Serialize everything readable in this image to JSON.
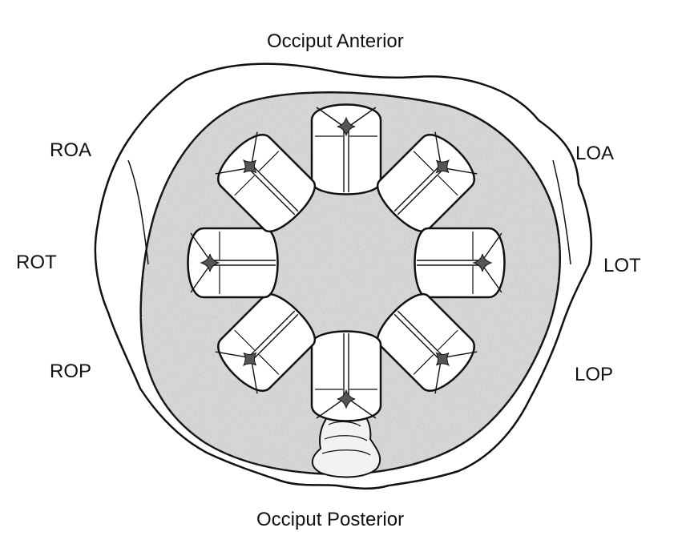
{
  "labels": {
    "top": "Occiput Anterior",
    "bottom": "Occiput Posterior",
    "roa": "ROA",
    "rot": "ROT",
    "rop": "ROP",
    "loa": "LOA",
    "lot": "LOT",
    "lop": "LOP"
  },
  "colors": {
    "ink": "#111111",
    "pelvic_inlet_fill": "#d6d6d6",
    "skull_fill": "#ffffff",
    "fontanelle_fill": "#555555"
  },
  "fetal_head_positions": [
    {
      "name": "occiput-anterior",
      "rotation_deg": 0
    },
    {
      "name": "left-occiput-anterior",
      "rotation_deg": 45
    },
    {
      "name": "left-occiput-transverse",
      "rotation_deg": 90
    },
    {
      "name": "left-occiput-posterior",
      "rotation_deg": 135
    },
    {
      "name": "occiput-posterior",
      "rotation_deg": 180
    },
    {
      "name": "right-occiput-posterior",
      "rotation_deg": 225
    },
    {
      "name": "right-occiput-transverse",
      "rotation_deg": 270
    },
    {
      "name": "right-occiput-anterior",
      "rotation_deg": 315
    }
  ]
}
